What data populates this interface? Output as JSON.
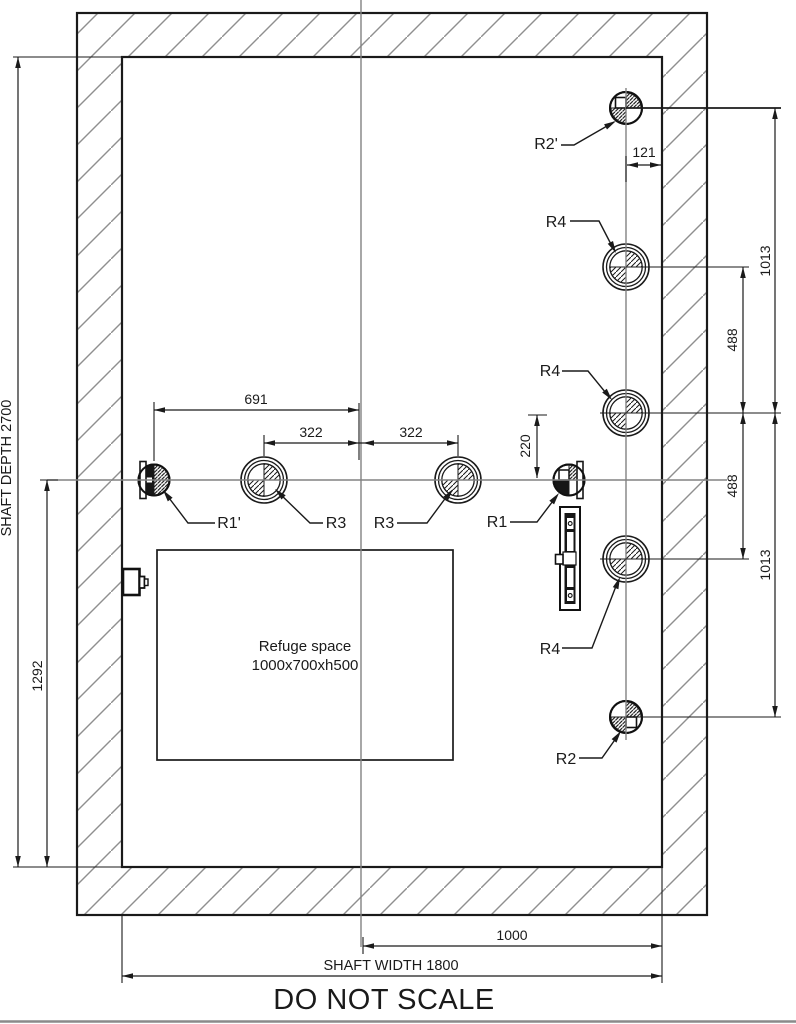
{
  "drawing": {
    "shaft": {
      "depth_label": "SHAFT DEPTH 2700",
      "width_label": "SHAFT WIDTH 1800"
    },
    "footer": {
      "warning": "DO NOT SCALE"
    },
    "refuge": {
      "line1": "Refuge space",
      "line2": "1000x700xh500"
    },
    "dims": {
      "d121": "121",
      "d1013_top": "1013",
      "d488_top": "488",
      "d488_bottom": "488",
      "d1013_bottom": "1013",
      "d220": "220",
      "d691": "691",
      "d322_left": "322",
      "d322_right": "322",
      "d1292": "1292",
      "d1000": "1000"
    },
    "labels": {
      "r2_prime": "R2'",
      "r4_top": "R4",
      "r4_mid": "R4",
      "r4_bottom": "R4",
      "r3_left": "R3",
      "r3_right": "R3",
      "r1_prime": "R1'",
      "r1": "R1",
      "r2": "R2"
    },
    "colors": {
      "line": "#1a1a1a",
      "centerline": "#828282",
      "hatch": "#8f8f8f",
      "background": "#ffffff"
    }
  }
}
